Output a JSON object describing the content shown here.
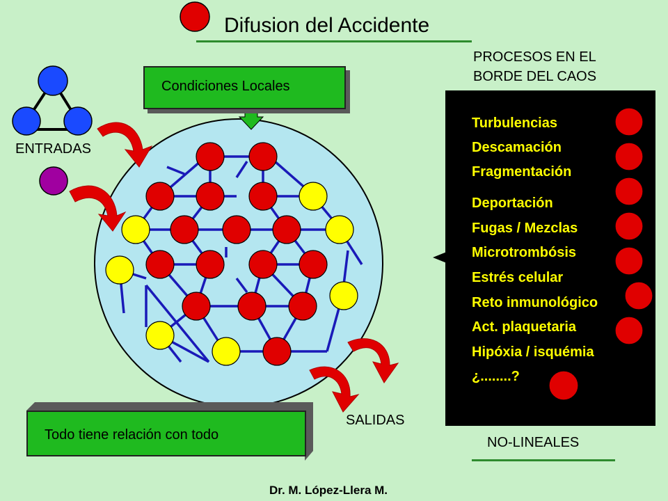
{
  "title": "Difusion del Accidente",
  "condiciones_label": "Condiciones Locales",
  "entradas_label": "ENTRADAS",
  "salidas_label": "SALIDAS",
  "procesos_header": [
    "PROCESOS EN EL",
    "BORDE DEL CAOS"
  ],
  "procesos_items": [
    "Turbulencias",
    "Descamación",
    "Fragmentación",
    "Deportación",
    "Fugas / Mezclas",
    "Microtrombósis",
    "Estrés celular",
    "Reto inmunológico",
    "Act. plaquetaria",
    "Hipóxia / isquémia",
    "¿........?"
  ],
  "todo_label": "Todo tiene relación con todo",
  "no_lineales_label": "NO-LINEALES",
  "author": "Dr. M. López-Llera M.",
  "colors": {
    "background": "#c8f0c8",
    "box_green": "#1fba1f",
    "circle_fill": "#b4e6f0",
    "node_red": "#e00000",
    "node_yellow": "#ffff00",
    "node_blue": "#1a4aff",
    "node_purple": "#a000a0",
    "edge_blue": "#1a1ab8",
    "panel_black": "#000000",
    "panel_text": "#ffff00"
  }
}
